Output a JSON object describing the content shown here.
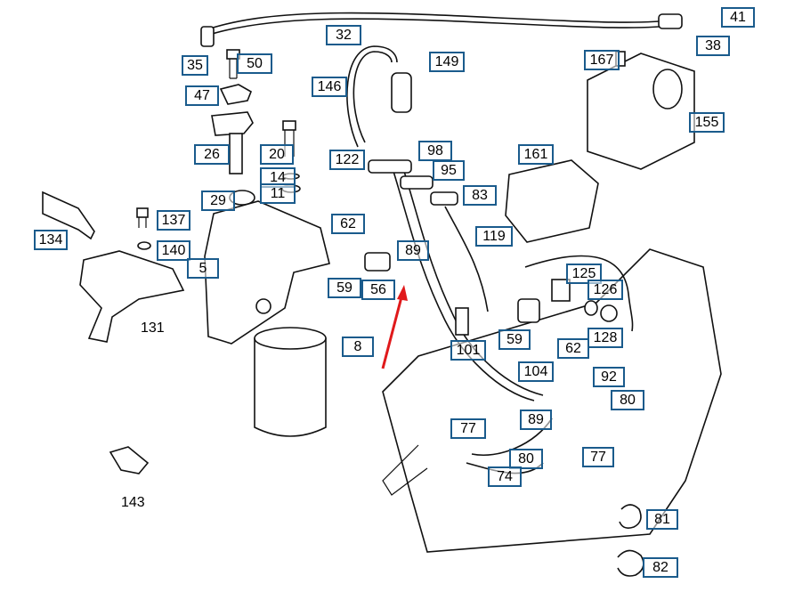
{
  "callouts": [
    "41",
    "32",
    "149",
    "167",
    "38",
    "35",
    "50",
    "146",
    "47",
    "155",
    "161",
    "98",
    "26",
    "20",
    "122",
    "95",
    "14",
    "11",
    "83",
    "29",
    "137",
    "62",
    "119",
    "134",
    "89",
    "140",
    "5",
    "125",
    "126",
    "59",
    "56",
    "131",
    "59",
    "62",
    "128",
    "8",
    "101",
    "104",
    "92",
    "80",
    "89",
    "77",
    "80",
    "77",
    "74",
    "81",
    "82"
  ],
  "plain_labels": [
    "131",
    "143"
  ],
  "colors": {
    "callout_border": "#1a5b8c",
    "arrow": "#e0191b",
    "line": "#111111"
  }
}
